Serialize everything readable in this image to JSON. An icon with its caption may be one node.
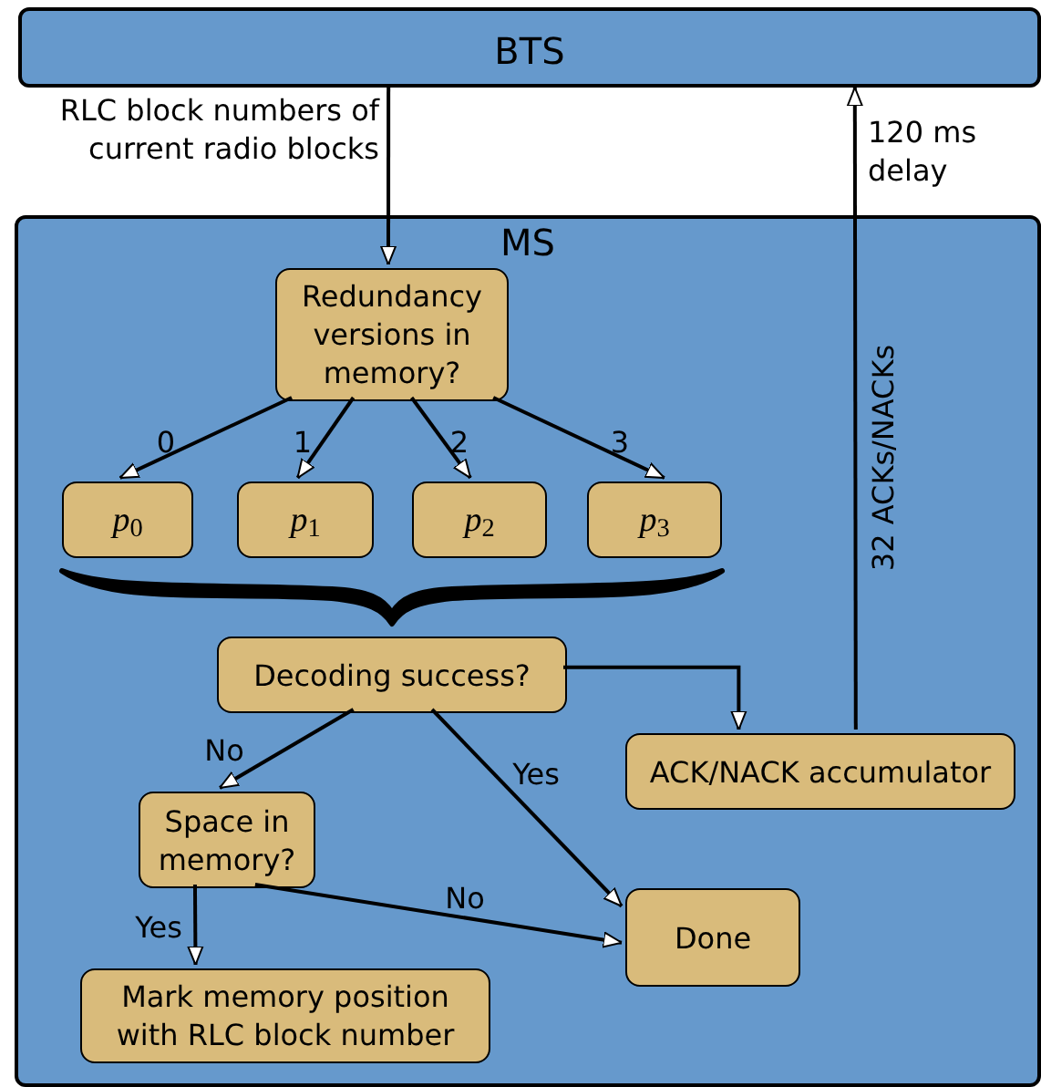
{
  "diagram": {
    "nodes": [
      {
        "text": [
          "BTS"
        ]
      },
      {
        "text": [
          "MS"
        ]
      },
      {
        "text": [
          "Redundancy versions in memory?"
        ],
        "in": 1
      },
      {
        "text": [
          "*p*$_{0}$"
        ],
        "in": 1
      },
      {
        "text": [
          "*p*$_{1}$"
        ],
        "in": 1
      },
      {
        "text": [
          "*p*$_{2}$"
        ],
        "in": 1
      },
      {
        "text": [
          "*p*$_{3}$"
        ],
        "in": 1
      },
      {
        "text": [],
        "shape": "brace",
        "in": 1
      },
      {
        "text": [
          "Decoding success?"
        ],
        "in": 1
      },
      {
        "text": [
          "ACK/NACK accumulator"
        ],
        "in": 1
      },
      {
        "text": [
          "Space in memory?"
        ],
        "in": 1
      },
      {
        "text": [
          "Done"
        ],
        "in": 1
      },
      {
        "text": [
          "Mark memory position with RLC block number"
        ],
        "in": 1
      }
    ],
    "edges": [
      {
        "from": 0,
        "to": 2,
        "arrow": "to",
        "label": "RLC block numbers of current radio blocks"
      },
      {
        "from": 2,
        "to": 3,
        "arrow": "to",
        "label": "0"
      },
      {
        "from": 2,
        "to": 4,
        "arrow": "to",
        "label": "1"
      },
      {
        "from": 2,
        "to": 5,
        "arrow": "to",
        "label": "2"
      },
      {
        "from": 2,
        "to": 6,
        "arrow": "to",
        "label": "3"
      },
      {
        "from": 8,
        "to": 9,
        "arrow": "to"
      },
      {
        "from": 9,
        "to": 0,
        "arrow": "to",
        "label": "32 ACKs/NACKs"
      },
      {
        "from": 8,
        "to": 10,
        "arrow": "to",
        "label": "No"
      },
      {
        "from": 8,
        "to": 11,
        "arrow": "to",
        "label": "Yes"
      },
      {
        "from": 10,
        "to": 12,
        "arrow": "to",
        "label": "Yes"
      },
      {
        "from": 10,
        "to": 11,
        "arrow": "to",
        "label": "No"
      }
    ],
    "labels": [
      "120 ms delay"
    ]
  }
}
